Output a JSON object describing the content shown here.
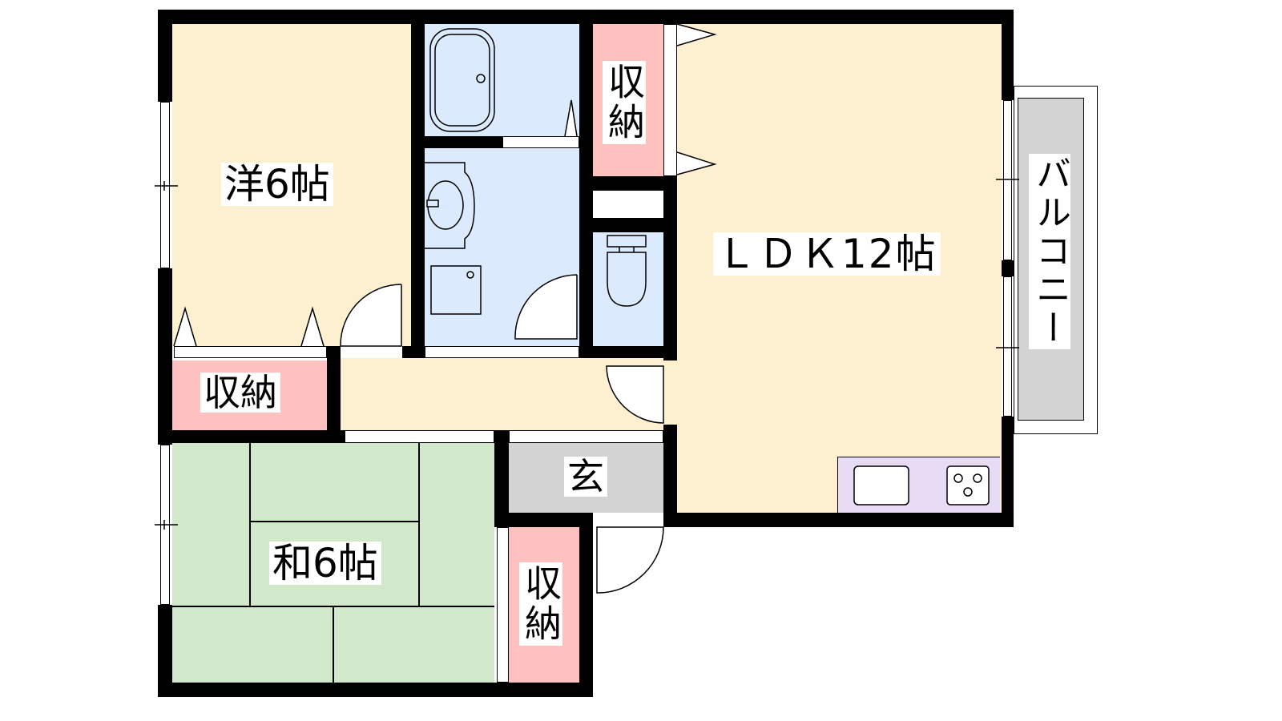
{
  "rooms": {
    "western": {
      "label": "洋6帖"
    },
    "ldk": {
      "label": "ＬＤＫ12帖"
    },
    "japanese": {
      "label": "和6帖"
    },
    "entrance": {
      "label": "玄"
    },
    "balcony": {
      "label": "バルコニー"
    },
    "storage_top": {
      "label": "収納"
    },
    "storage_left": {
      "label": "収納"
    },
    "storage_bottom": {
      "label": "収納"
    }
  },
  "colors": {
    "western": "#fdf0d0",
    "wet": "#dbeafc",
    "storage": "#ffc0c0",
    "japanese": "#d2e8cb",
    "entrance": "#d3d3d3",
    "kitchen": "#e8dcf5",
    "balcony": "#d3d3d3"
  }
}
